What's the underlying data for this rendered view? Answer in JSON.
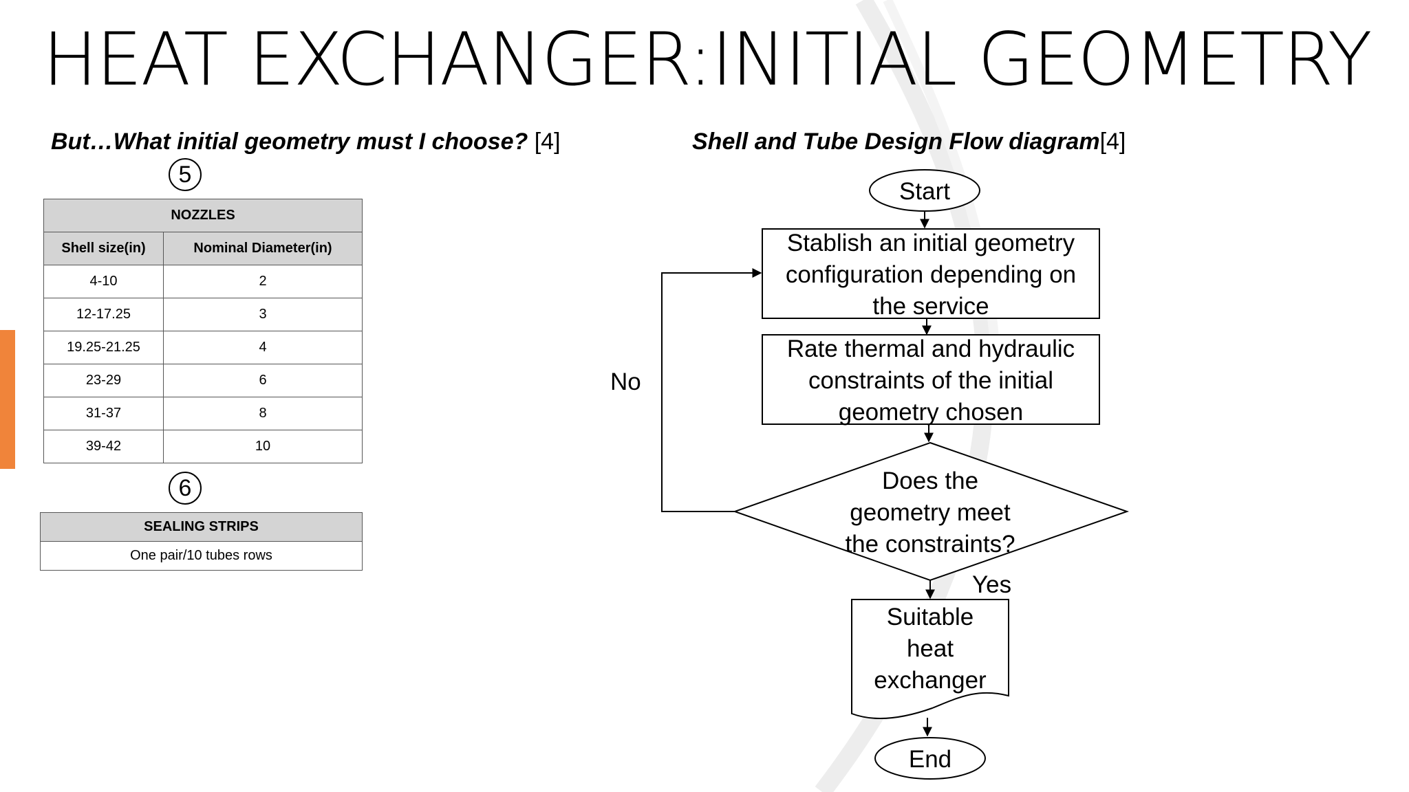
{
  "slide": {
    "title": "HEAT EXCHANGER:INITIAL GEOMETRY",
    "accent_color": "#f0843a"
  },
  "left": {
    "question": "But…What initial geometry must I choose?",
    "question_ref": "[4]",
    "step_5": "5",
    "step_6": "6",
    "nozzles": {
      "title": "NOZZLES",
      "headers": [
        "Shell size(in)",
        "Nominal Diameter(in)"
      ],
      "rows": [
        [
          "4-10",
          "2"
        ],
        [
          "12-17.25",
          "3"
        ],
        [
          "19.25-21.25",
          "4"
        ],
        [
          "23-29",
          "6"
        ],
        [
          "31-37",
          "8"
        ],
        [
          "39-42",
          "10"
        ]
      ]
    },
    "sealing": {
      "title": "SEALING STRIPS",
      "value": "One pair/10 tubes rows"
    }
  },
  "right": {
    "heading": "Shell and Tube Design Flow diagram",
    "heading_ref": "[4]",
    "flow": {
      "start": "Start",
      "step1": [
        "Stablish an initial geometry",
        "configuration depending on",
        "the service"
      ],
      "step2": [
        "Rate thermal and hydraulic",
        "constraints of the initial",
        "geometry chosen"
      ],
      "decision": [
        "Does the",
        "geometry meet",
        "the constraints?"
      ],
      "no_label": "No",
      "yes_label": "Yes",
      "result": [
        "Suitable",
        "heat",
        "exchanger"
      ],
      "end": "End"
    }
  }
}
